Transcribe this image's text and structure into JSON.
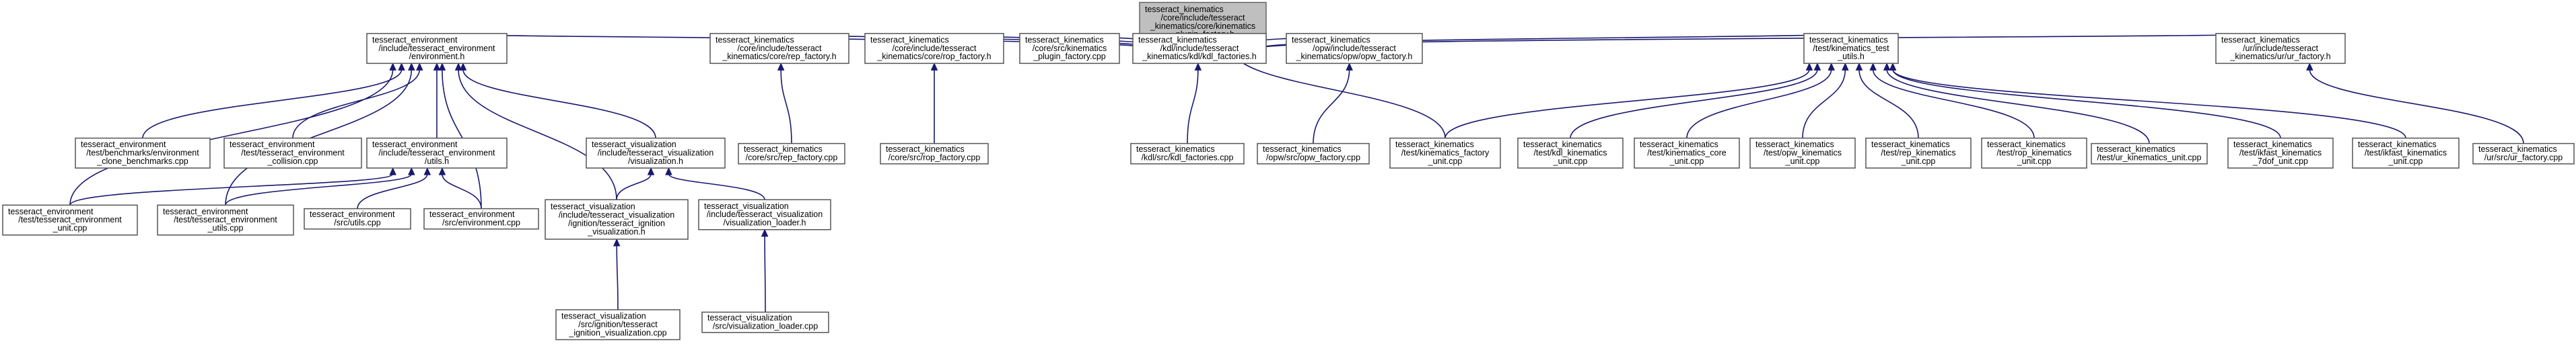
{
  "graph": {
    "nodes": [
      {
        "id": "root",
        "root": true,
        "lines": [
          "tesseract_kinematics",
          "/core/include/tesseract",
          "_kinematics/core/kinematics",
          "_plugin_factory.h"
        ]
      },
      {
        "id": "env_h",
        "lines": [
          "tesseract_environment",
          "/include/tesseract_environment",
          "/environment.h"
        ]
      },
      {
        "id": "rep_factory_h",
        "lines": [
          "tesseract_kinematics",
          "/core/include/tesseract",
          "_kinematics/core/rep_factory.h"
        ]
      },
      {
        "id": "rop_factory_h",
        "lines": [
          "tesseract_kinematics",
          "/core/include/tesseract",
          "_kinematics/core/rop_factory.h"
        ]
      },
      {
        "id": "plugin_factory_cpp",
        "lines": [
          "tesseract_kinematics",
          "/core/src/kinematics",
          "_plugin_factory.cpp"
        ]
      },
      {
        "id": "kdl_factories_h",
        "lines": [
          "tesseract_kinematics",
          "/kdl/include/tesseract",
          "_kinematics/kdl/kdl_factories.h"
        ]
      },
      {
        "id": "opw_factory_h",
        "lines": [
          "tesseract_kinematics",
          "/opw/include/tesseract",
          "_kinematics/opw/opw_factory.h"
        ]
      },
      {
        "id": "kin_test_utils_h",
        "lines": [
          "tesseract_kinematics",
          "/test/kinematics_test",
          "_utils.h"
        ]
      },
      {
        "id": "ur_factory_h",
        "lines": [
          "tesseract_kinematics",
          "/ur/include/tesseract",
          "_kinematics/ur/ur_factory.h"
        ]
      },
      {
        "id": "clone_bench",
        "lines": [
          "tesseract_environment",
          "/test/benchmarks/environment",
          "_clone_benchmarks.cpp"
        ]
      },
      {
        "id": "collision_cpp",
        "lines": [
          "tesseract_environment",
          "/test/tesseract_environment",
          "_collision.cpp"
        ]
      },
      {
        "id": "env_utils_h",
        "lines": [
          "tesseract_environment",
          "/include/tesseract_environment",
          "/utils.h"
        ]
      },
      {
        "id": "vis_h",
        "lines": [
          "tesseract_visualization",
          "/include/tesseract_visualization",
          "/visualization.h"
        ]
      },
      {
        "id": "rep_factory_cpp",
        "lines": [
          "tesseract_kinematics",
          "/core/src/rep_factory.cpp"
        ]
      },
      {
        "id": "rop_factory_cpp",
        "lines": [
          "tesseract_kinematics",
          "/core/src/rop_factory.cpp"
        ]
      },
      {
        "id": "kdl_factories_cpp",
        "lines": [
          "tesseract_kinematics",
          "/kdl/src/kdl_factories.cpp"
        ]
      },
      {
        "id": "opw_factory_cpp",
        "lines": [
          "tesseract_kinematics",
          "/opw/src/opw_factory.cpp"
        ]
      },
      {
        "id": "kin_factory_unit",
        "lines": [
          "tesseract_kinematics",
          "/test/kinematics_factory",
          "_unit.cpp"
        ]
      },
      {
        "id": "kdl_kin_unit",
        "lines": [
          "tesseract_kinematics",
          "/test/kdl_kinematics",
          "_unit.cpp"
        ]
      },
      {
        "id": "kin_core_unit",
        "lines": [
          "tesseract_kinematics",
          "/test/kinematics_core",
          "_unit.cpp"
        ]
      },
      {
        "id": "opw_kin_unit",
        "lines": [
          "tesseract_kinematics",
          "/test/opw_kinematics",
          "_unit.cpp"
        ]
      },
      {
        "id": "rep_kin_unit",
        "lines": [
          "tesseract_kinematics",
          "/test/rep_kinematics",
          "_unit.cpp"
        ]
      },
      {
        "id": "rop_kin_unit",
        "lines": [
          "tesseract_kinematics",
          "/test/rop_kinematics",
          "_unit.cpp"
        ]
      },
      {
        "id": "ur_kin_unit",
        "lines": [
          "tesseract_kinematics",
          "/test/ur_kinematics_unit.cpp"
        ]
      },
      {
        "id": "ikfast_7dof_unit",
        "lines": [
          "tesseract_kinematics",
          "/test/ikfast_kinematics",
          "_7dof_unit.cpp"
        ]
      },
      {
        "id": "ikfast_unit",
        "lines": [
          "tesseract_kinematics",
          "/test/ikfast_kinematics",
          "_unit.cpp"
        ]
      },
      {
        "id": "ur_factory_cpp",
        "lines": [
          "tesseract_kinematics",
          "/ur/src/ur_factory.cpp"
        ]
      },
      {
        "id": "env_unit",
        "lines": [
          "tesseract_environment",
          "/test/tesseract_environment",
          "_unit.cpp"
        ]
      },
      {
        "id": "env_utils_test",
        "lines": [
          "tesseract_environment",
          "/test/tesseract_environment",
          "_utils.cpp"
        ]
      },
      {
        "id": "utils_cpp",
        "lines": [
          "tesseract_environment",
          "/src/utils.cpp"
        ]
      },
      {
        "id": "environment_cpp",
        "lines": [
          "tesseract_environment",
          "/src/environment.cpp"
        ]
      },
      {
        "id": "ign_vis_h",
        "lines": [
          "tesseract_visualization",
          "/include/tesseract_visualization",
          "/ignition/tesseract_ignition",
          "_visualization.h"
        ]
      },
      {
        "id": "vis_loader_h",
        "lines": [
          "tesseract_visualization",
          "/include/tesseract_visualization",
          "/visualization_loader.h"
        ]
      },
      {
        "id": "ign_vis_cpp",
        "lines": [
          "tesseract_visualization",
          "/src/ignition/tesseract",
          "_ignition_visualization.cpp"
        ]
      },
      {
        "id": "vis_loader_cpp",
        "lines": [
          "tesseract_visualization",
          "/src/visualization_loader.cpp"
        ]
      }
    ],
    "edges": [
      [
        "env_h",
        "root"
      ],
      [
        "rep_factory_h",
        "root"
      ],
      [
        "rop_factory_h",
        "root"
      ],
      [
        "plugin_factory_cpp",
        "root"
      ],
      [
        "kdl_factories_h",
        "root"
      ],
      [
        "opw_factory_h",
        "root"
      ],
      [
        "kin_test_utils_h",
        "root"
      ],
      [
        "ur_factory_h",
        "root"
      ],
      [
        "kin_factory_unit",
        "root"
      ],
      [
        "clone_bench",
        "env_h"
      ],
      [
        "collision_cpp",
        "env_h"
      ],
      [
        "env_utils_h",
        "env_h"
      ],
      [
        "vis_h",
        "env_h"
      ],
      [
        "env_unit",
        "env_h"
      ],
      [
        "env_utils_test",
        "env_h"
      ],
      [
        "environment_cpp",
        "env_h"
      ],
      [
        "ign_vis_h",
        "env_h"
      ],
      [
        "env_unit",
        "env_utils_h"
      ],
      [
        "env_utils_test",
        "env_utils_h"
      ],
      [
        "utils_cpp",
        "env_utils_h"
      ],
      [
        "environment_cpp",
        "env_utils_h"
      ],
      [
        "ign_vis_h",
        "vis_h"
      ],
      [
        "vis_loader_h",
        "vis_h"
      ],
      [
        "ign_vis_cpp",
        "ign_vis_h"
      ],
      [
        "vis_loader_cpp",
        "vis_loader_h"
      ],
      [
        "rep_factory_cpp",
        "rep_factory_h"
      ],
      [
        "rop_factory_cpp",
        "rop_factory_h"
      ],
      [
        "kdl_factories_cpp",
        "kdl_factories_h"
      ],
      [
        "opw_factory_cpp",
        "opw_factory_h"
      ],
      [
        "ur_factory_cpp",
        "ur_factory_h"
      ],
      [
        "kin_factory_unit",
        "kin_test_utils_h"
      ],
      [
        "kdl_kin_unit",
        "kin_test_utils_h"
      ],
      [
        "kin_core_unit",
        "kin_test_utils_h"
      ],
      [
        "opw_kin_unit",
        "kin_test_utils_h"
      ],
      [
        "rep_kin_unit",
        "kin_test_utils_h"
      ],
      [
        "rop_kin_unit",
        "kin_test_utils_h"
      ],
      [
        "ur_kin_unit",
        "kin_test_utils_h"
      ],
      [
        "ikfast_7dof_unit",
        "kin_test_utils_h"
      ],
      [
        "ikfast_unit",
        "kin_test_utils_h"
      ]
    ]
  }
}
